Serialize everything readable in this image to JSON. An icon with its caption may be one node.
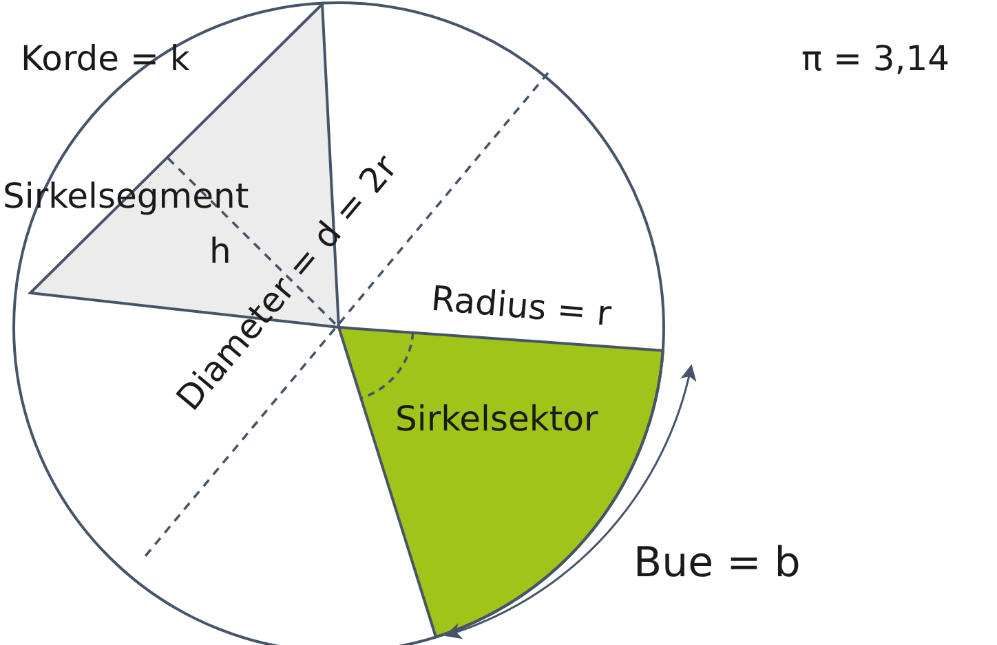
{
  "diagram": {
    "labels": [
      "Korde = k",
      "π = 3,14",
      "Sirkelsegment",
      "h",
      "Diameter = d = 2r",
      "Radius = r",
      "Sirkelsektor",
      "Bue = b"
    ]
  }
}
